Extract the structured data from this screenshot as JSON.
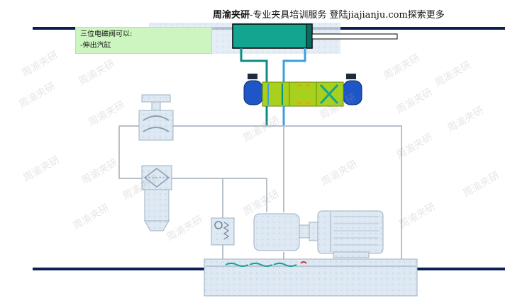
{
  "header": {
    "brand": "周渝夹研",
    "tagline": "-专业夹具培训服务  登陆jiajianju.com探索更多"
  },
  "note": {
    "line1": "三位电磁阀可以:",
    "line2": "-伸出汽缸"
  },
  "watermark": "周渝夹研",
  "colors": {
    "rule": "#0b1f55",
    "cylinder": "#13a58f",
    "line_teal": "#0f8b86",
    "line_blue": "#3aa0dc",
    "valve_green": "#a7d11c",
    "valve_blue": "#1e56c8",
    "arrow_orange": "#ff9a00",
    "component_fill": "#dbe7f2",
    "note_bg": "#ccf5c0"
  }
}
